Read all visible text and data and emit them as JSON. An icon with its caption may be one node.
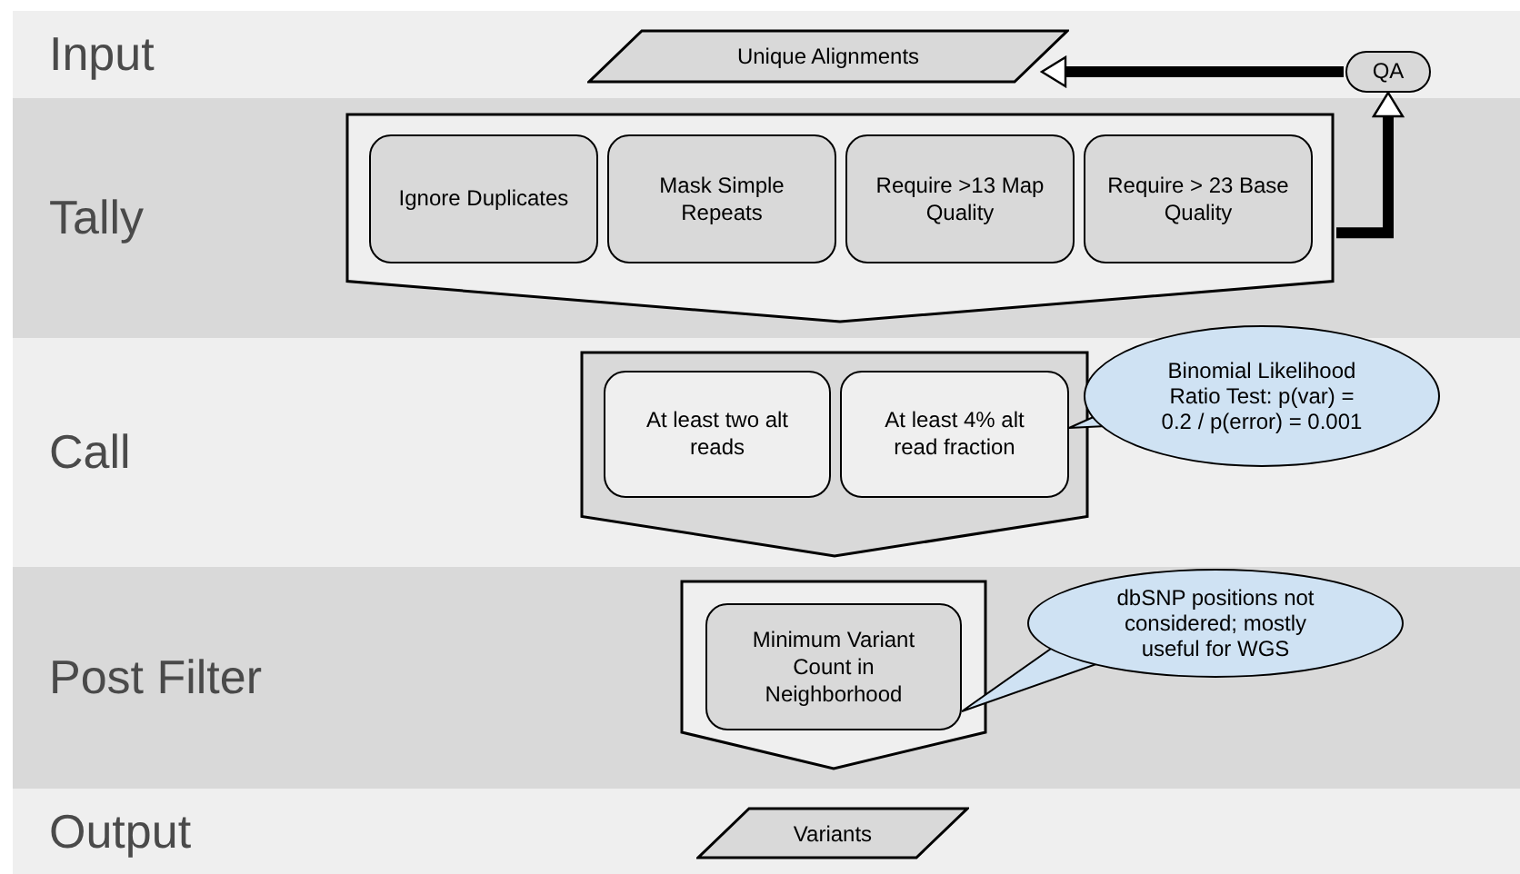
{
  "diagram": {
    "nodes": [
      {
        "text": [
          "Input"
        ]
      },
      {
        "text": [
          "Unique Alignments"
        ],
        "in": 0
      },
      {
        "text": [
          "QA"
        ],
        "in": 0
      },
      {
        "text": [
          "Tally"
        ]
      },
      {
        "text": [],
        "shape": "pentagon",
        "in": 3
      },
      {
        "text": [
          "Ignore Duplicates"
        ],
        "in": 4
      },
      {
        "text": [
          "Mask Simple Repeats"
        ],
        "in": 4
      },
      {
        "text": [
          "Require >13 Map Quality"
        ],
        "in": 4
      },
      {
        "text": [
          "Require > 23 Base Quality"
        ],
        "in": 4
      },
      {
        "text": [
          "Call"
        ]
      },
      {
        "text": [],
        "shape": "pentagon",
        "in": 9
      },
      {
        "text": [
          "At least two alt reads"
        ],
        "in": 10
      },
      {
        "text": [
          "At least 4% alt read fraction"
        ],
        "in": 10
      },
      {
        "text": [
          "Binomial Likelihood Ratio Test: p(var) = 0.2 / p(error) = 0.001"
        ]
      },
      {
        "text": [
          "Post Filter"
        ]
      },
      {
        "text": [],
        "shape": "pentagon",
        "in": 14
      },
      {
        "text": [
          "Minimum Variant Count in Neighborhood"
        ],
        "in": 15
      },
      {
        "text": [
          "dbSNP positions not considered; mostly useful for WGS"
        ],
        "in": 14
      },
      {
        "text": [
          "Output"
        ]
      },
      {
        "text": [
          "Variants"
        ],
        "in": 18
      }
    ],
    "edges": [
      {
        "from": 2,
        "to": 1,
        "arrow": "to"
      },
      {
        "from": 4,
        "to": 2,
        "arrow": "to"
      },
      {
        "from": 13,
        "to": 12,
        "arrow": "none"
      },
      {
        "from": 17,
        "to": 16,
        "arrow": "none"
      }
    ]
  }
}
